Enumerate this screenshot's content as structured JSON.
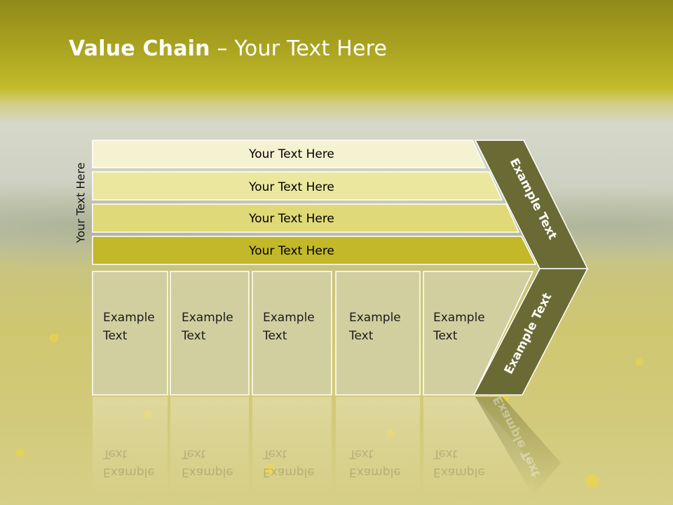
{
  "slide": {
    "title_bold": "Value Chain",
    "title_rest": " – Your Text Here",
    "side_label": "Your Text Here"
  },
  "rows": [
    {
      "label": "Your Text Here",
      "fill": "#f5f2d2"
    },
    {
      "label": "Your Text Here",
      "fill": "#ece79f"
    },
    {
      "label": "Your Text Here",
      "fill": "#e0d977"
    },
    {
      "label": "Your Text Here",
      "fill": "#c3b72a"
    }
  ],
  "cells": [
    {
      "line1": "Example",
      "line2": "Text"
    },
    {
      "line1": "Example",
      "line2": "Text"
    },
    {
      "line1": "Example",
      "line2": "Text"
    },
    {
      "line1": "Example",
      "line2": "Text"
    },
    {
      "line1": "Example",
      "line2": "Text"
    }
  ],
  "chevrons": {
    "upper_label": "Example Text",
    "lower_label": "Example Text",
    "fill": "#6a6a34"
  },
  "colors": {
    "cell_fill": "#d1cf9f",
    "border": "#ffffff"
  }
}
